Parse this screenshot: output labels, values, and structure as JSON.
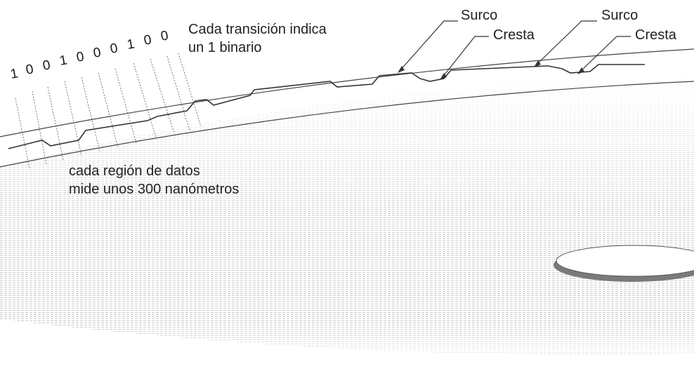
{
  "annotations": {
    "transition_line1": "Cada transición indica",
    "transition_line2": "un 1 binario",
    "region_line1": "cada región de datos",
    "region_line2": "mide unos 300 nanómetros",
    "surco_1": "Surco",
    "cresta_1": "Cresta",
    "surco_2": "Surco",
    "cresta_2": "Cresta"
  },
  "binary_digits": [
    "1",
    "0",
    "0",
    "1",
    "0",
    "0",
    "0",
    "1",
    "0",
    "0"
  ],
  "colors": {
    "line": "#333333",
    "disc_texture": "#b8b8b8",
    "hole_shadow": "#7a7a7a",
    "background": "#ffffff"
  }
}
